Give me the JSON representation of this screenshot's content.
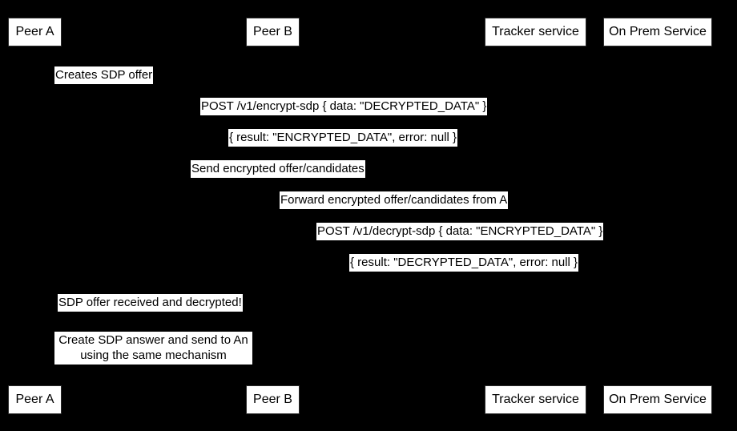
{
  "diagram": {
    "type": "sequence-diagram",
    "background_color": "#000000",
    "label_background_color": "#ffffff",
    "label_text_color": "#000000",
    "participant_border_color": "#2b2b2b"
  },
  "participants_top": [
    {
      "label": "Peer A"
    },
    {
      "label": "Peer B"
    },
    {
      "label": "Tracker service"
    },
    {
      "label": "On Prem Service"
    }
  ],
  "participants_bottom": [
    {
      "label": "Peer A"
    },
    {
      "label": "Peer B"
    },
    {
      "label": "Tracker service"
    },
    {
      "label": "On Prem Service"
    }
  ],
  "messages": [
    {
      "text": "Creates SDP offer"
    },
    {
      "text": "POST /v1/encrypt-sdp { data: \"DECRYPTED_DATA\" }"
    },
    {
      "text": "{ result: \"ENCRYPTED_DATA\", error: null }"
    },
    {
      "text": "Send encrypted offer/candidates"
    },
    {
      "text": "Forward encrypted offer/candidates from A"
    },
    {
      "text": "POST /v1/decrypt-sdp { data: \"ENCRYPTED_DATA\" }"
    },
    {
      "text": "{ result: \"DECRYPTED_DATA\", error: null }"
    },
    {
      "text": "SDP offer received and decrypted!"
    },
    {
      "text_line1": "Create SDP answer and send to An",
      "text_line2": "using the same mechanism"
    }
  ]
}
